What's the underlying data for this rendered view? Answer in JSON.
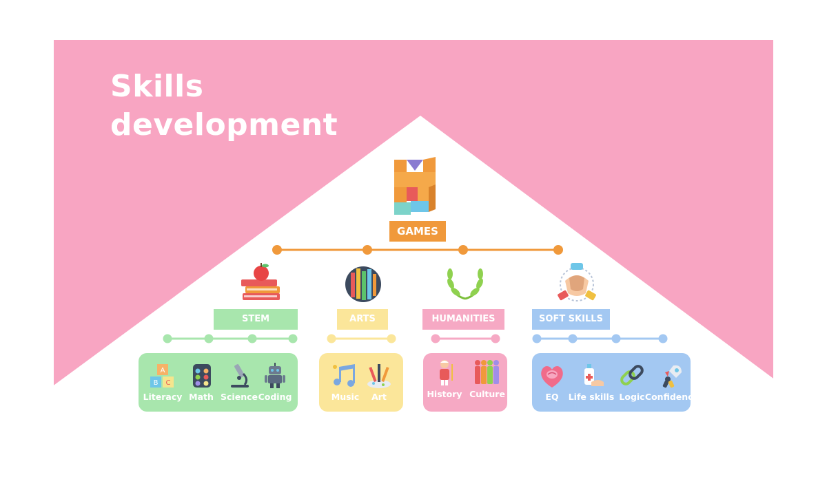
{
  "title": {
    "line1": "Skills",
    "line2": "development"
  },
  "root": {
    "label": "GAMES",
    "icon": "games-blocks-icon"
  },
  "categories": [
    {
      "label": "STEM",
      "icon": "books-apple-icon",
      "color": "#a8e6ad",
      "items": [
        {
          "label": "Literacy",
          "icon": "abc-blocks-icon"
        },
        {
          "label": "Math",
          "icon": "calculator-icon"
        },
        {
          "label": "Science",
          "icon": "microscope-icon"
        },
        {
          "label": "Coding",
          "icon": "robot-icon"
        }
      ]
    },
    {
      "label": "ARTS",
      "icon": "art-supplies-icon",
      "color": "#fbe69a",
      "items": [
        {
          "label": "Music",
          "icon": "music-note-icon"
        },
        {
          "label": "Art",
          "icon": "paint-brushes-icon"
        }
      ]
    },
    {
      "label": "HUMANITIES",
      "icon": "laurel-wreath-icon",
      "color": "#f6a9c4",
      "items": [
        {
          "label": "History",
          "icon": "historical-figure-icon"
        },
        {
          "label": "Culture",
          "icon": "diverse-people-icon"
        }
      ]
    },
    {
      "label": "SOFT SKILLS",
      "icon": "joined-hands-icon",
      "color": "#a3c8f2",
      "items": [
        {
          "label": "EQ",
          "icon": "heart-brain-icon"
        },
        {
          "label": "Life skills",
          "icon": "hand-sanitizer-icon"
        },
        {
          "label": "Logic",
          "icon": "chain-link-icon"
        },
        {
          "label": "Confidence",
          "icon": "rocket-runner-icon"
        }
      ]
    }
  ],
  "colors": {
    "pink": "#f8a5c2",
    "orange": "#f0993b",
    "stem": "#a8e6ad",
    "arts": "#fbe69a",
    "humanities": "#f6a9c4",
    "soft_skills": "#a3c8f2"
  }
}
